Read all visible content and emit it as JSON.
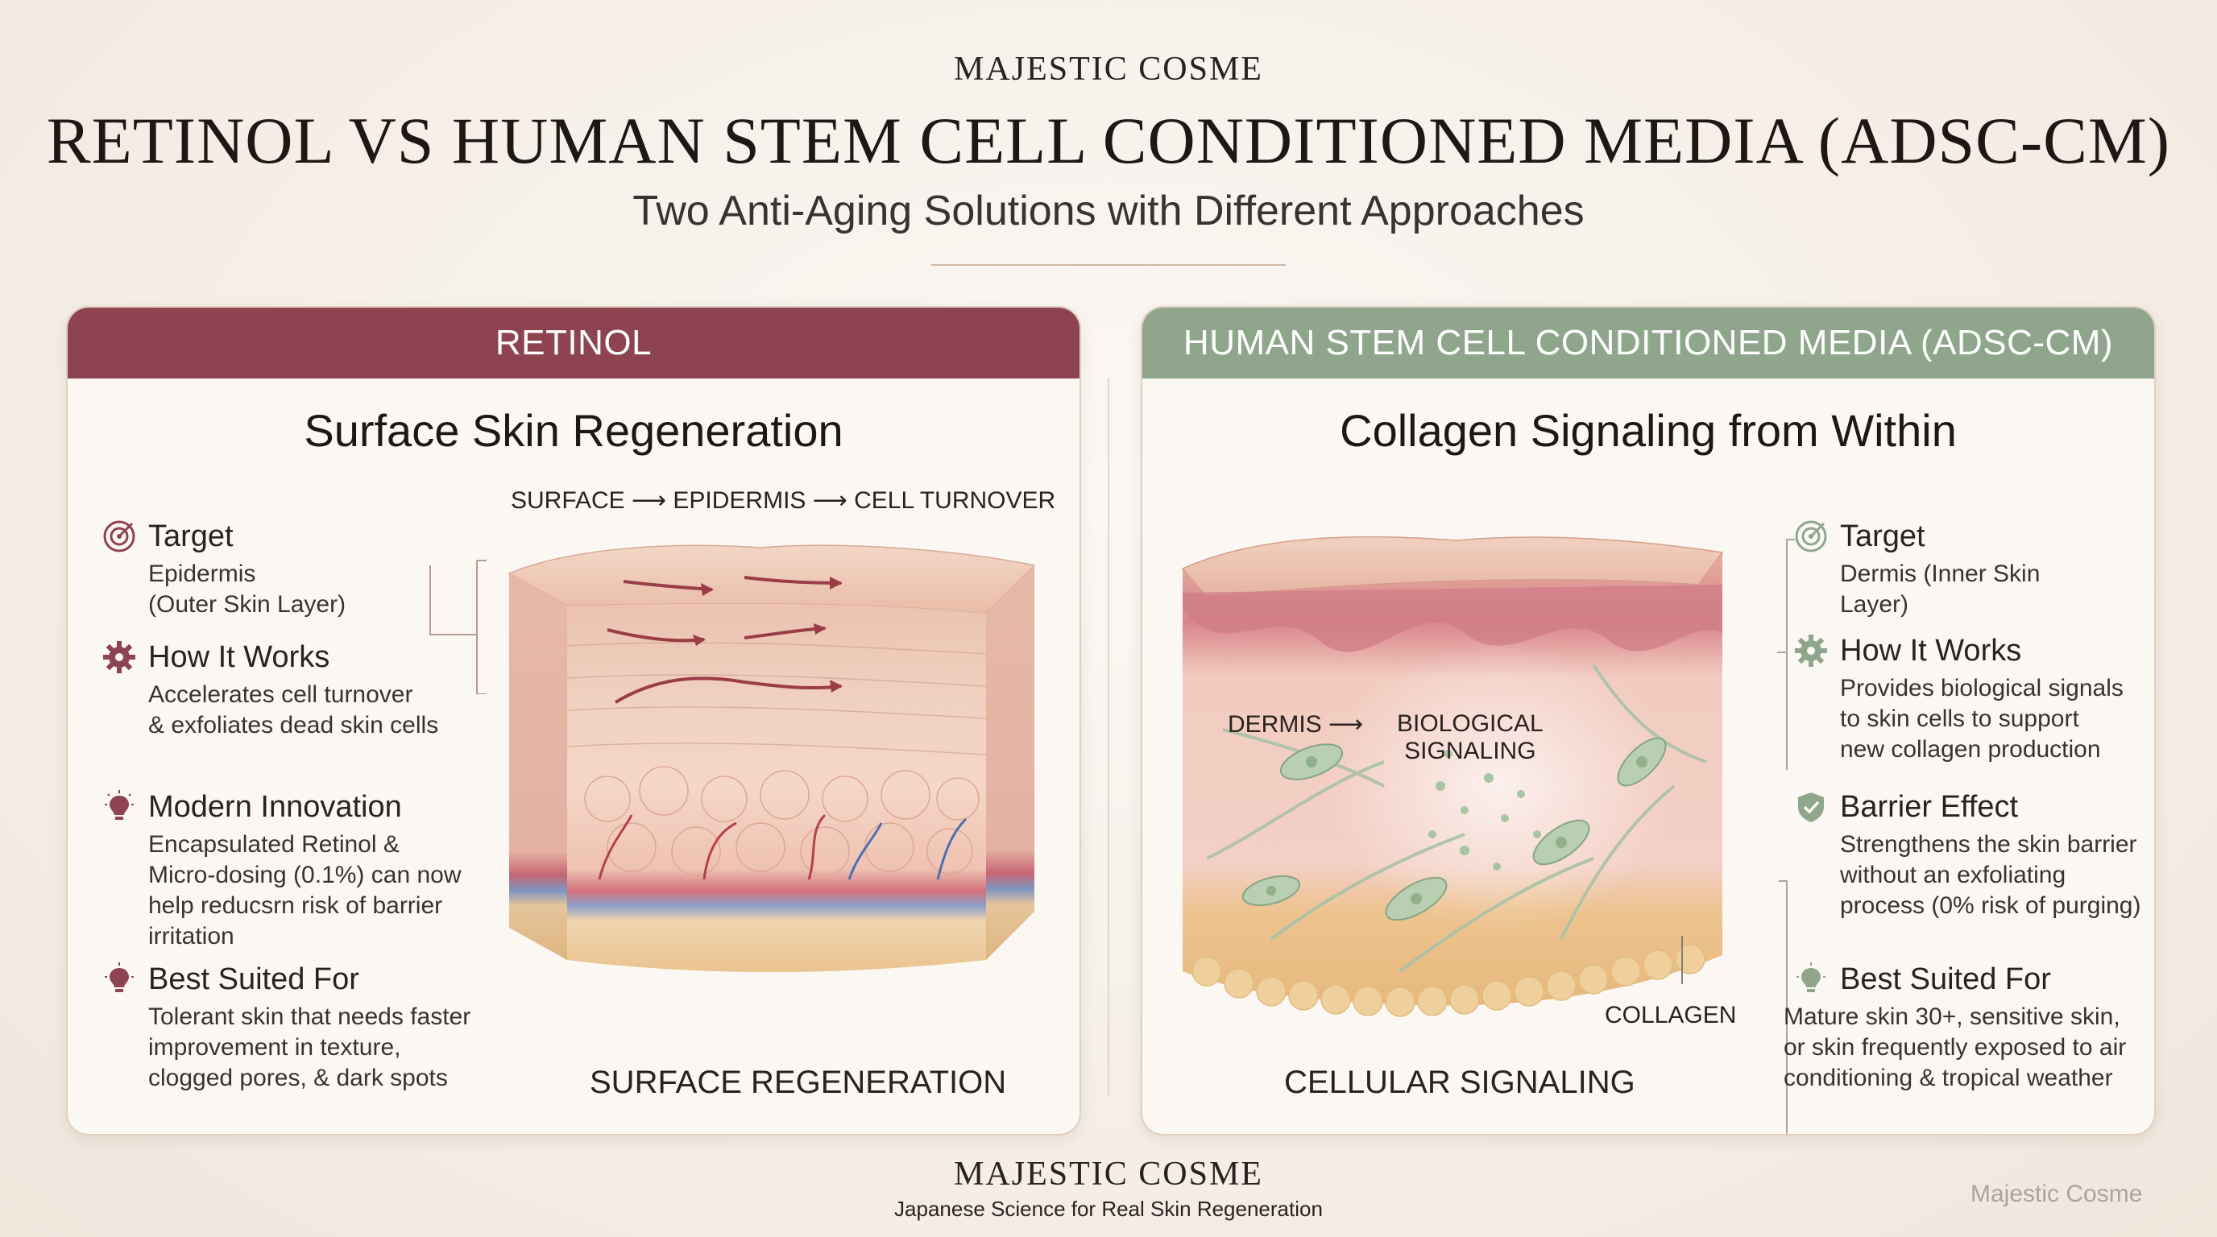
{
  "brand": "MAJESTIC COSME",
  "title": "RETINOL VS HUMAN STEM CELL CONDITIONED MEDIA (ADSC-CM)",
  "subtitle": "Two Anti-Aging Solutions with Different Approaches",
  "left_panel": {
    "header": "RETINOL",
    "heading": "Surface Skin Regeneration",
    "flow": [
      "SURFACE",
      "EPIDERMIS",
      "CELL TURNOVER"
    ],
    "caption": "SURFACE REGENERATION",
    "features": [
      {
        "icon": "target-icon",
        "title": "Target",
        "body": [
          "Epidermis",
          "(Outer Skin Layer)"
        ]
      },
      {
        "icon": "gear-icon",
        "title": "How It Works",
        "body": [
          "Accelerates cell turnover",
          "& exfoliates dead skin cells"
        ]
      },
      {
        "icon": "lightbulb-icon",
        "title": "Modern Innovation",
        "body": [
          "Encapsulated Retinol &",
          "Micro-dosing (0.1%) can now",
          "help reducsrn risk of barrier",
          "irritation"
        ]
      },
      {
        "icon": "lightbulb-icon",
        "title": "Best Suited For",
        "body": [
          "Tolerant skin that needs faster",
          "improvement in texture,",
          "clogged pores, & dark spots"
        ]
      }
    ]
  },
  "right_panel": {
    "header": "HUMAN STEM CELL CONDITIONED MEDIA (ADSC-CM)",
    "heading": "Collagen Signaling from Within",
    "flow": [
      "DERMIS",
      "BIOLOGICAL",
      "SIGNALING"
    ],
    "collagen_label": "COLLAGEN",
    "caption": "CELLULAR SIGNALING",
    "features": [
      {
        "icon": "target-icon",
        "title": "Target",
        "body": [
          "Dermis (Inner Skin",
          "Layer)"
        ]
      },
      {
        "icon": "gear-icon",
        "title": "How It Works",
        "body": [
          "Provides biological signals",
          "to skin cells to support",
          "new collagen production"
        ]
      },
      {
        "icon": "shield-check-icon",
        "title": "Barrier Effect",
        "body": [
          "Strengthens the skin barrier",
          "without an exfoliating",
          "process (0% risk of purging)"
        ]
      },
      {
        "icon": "lightbulb-icon",
        "title": "Best Suited For",
        "body": [
          "Mature skin 30+, sensitive skin,",
          "or skin frequently exposed to air",
          "conditioning & tropical weather"
        ]
      }
    ]
  },
  "footer": {
    "brand": "MAJESTIC COSME",
    "tagline": "Japanese Science for Real Skin Regeneration",
    "watermark": "Majestic Cosme"
  },
  "colors": {
    "retinol_accent": "#8d4350",
    "adsc_accent": "#8fa68d",
    "background": "#f6f0e9"
  }
}
